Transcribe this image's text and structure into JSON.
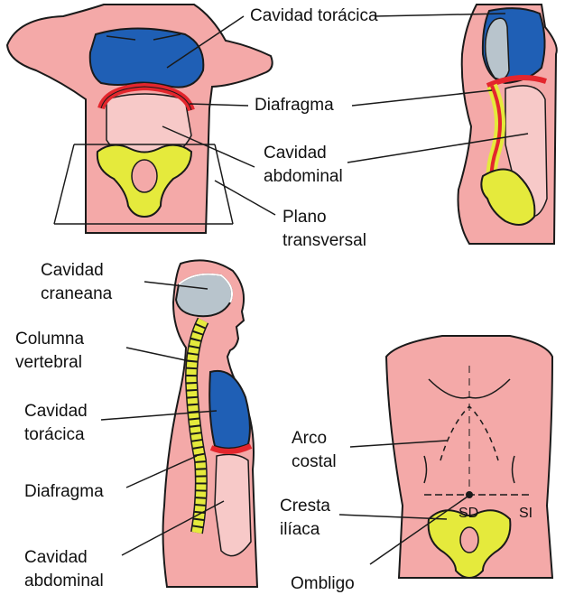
{
  "colors": {
    "skin": "#f4a9a8",
    "skin_outline": "#1a1a1a",
    "cavity_blue": "#1f5fb5",
    "cavity_pink": "#f7c9c8",
    "brain_gray": "#b8c4cc",
    "bone": "#e5ea3c",
    "diaphragm": "#e3262d",
    "text": "#111111"
  },
  "panel_front_torso": {
    "labels": {
      "thoracic": "Cavidad torácica",
      "diaphragm": "Diafragma",
      "abdominal_1": "Cavidad",
      "abdominal_2": "abdominal",
      "plane_1": "Plano",
      "plane_2": "transversal"
    }
  },
  "panel_side_head": {
    "labels": {
      "cranial_1": "Cavidad",
      "cranial_2": "craneana",
      "spine_1": "Columna",
      "spine_2": "vertebral",
      "thoracic_1": "Cavidad",
      "thoracic_2": "torácica",
      "diaphragm": "Diafragma",
      "abdominal_1": "Cavidad",
      "abdominal_2": "abdominal"
    }
  },
  "panel_front_abdomen": {
    "labels": {
      "costal_1": "Arco",
      "costal_2": "costal",
      "iliac_1": "Cresta",
      "iliac_2": "ilíaca",
      "navel": "Ombligo",
      "sd": "SD",
      "si": "SI"
    }
  }
}
